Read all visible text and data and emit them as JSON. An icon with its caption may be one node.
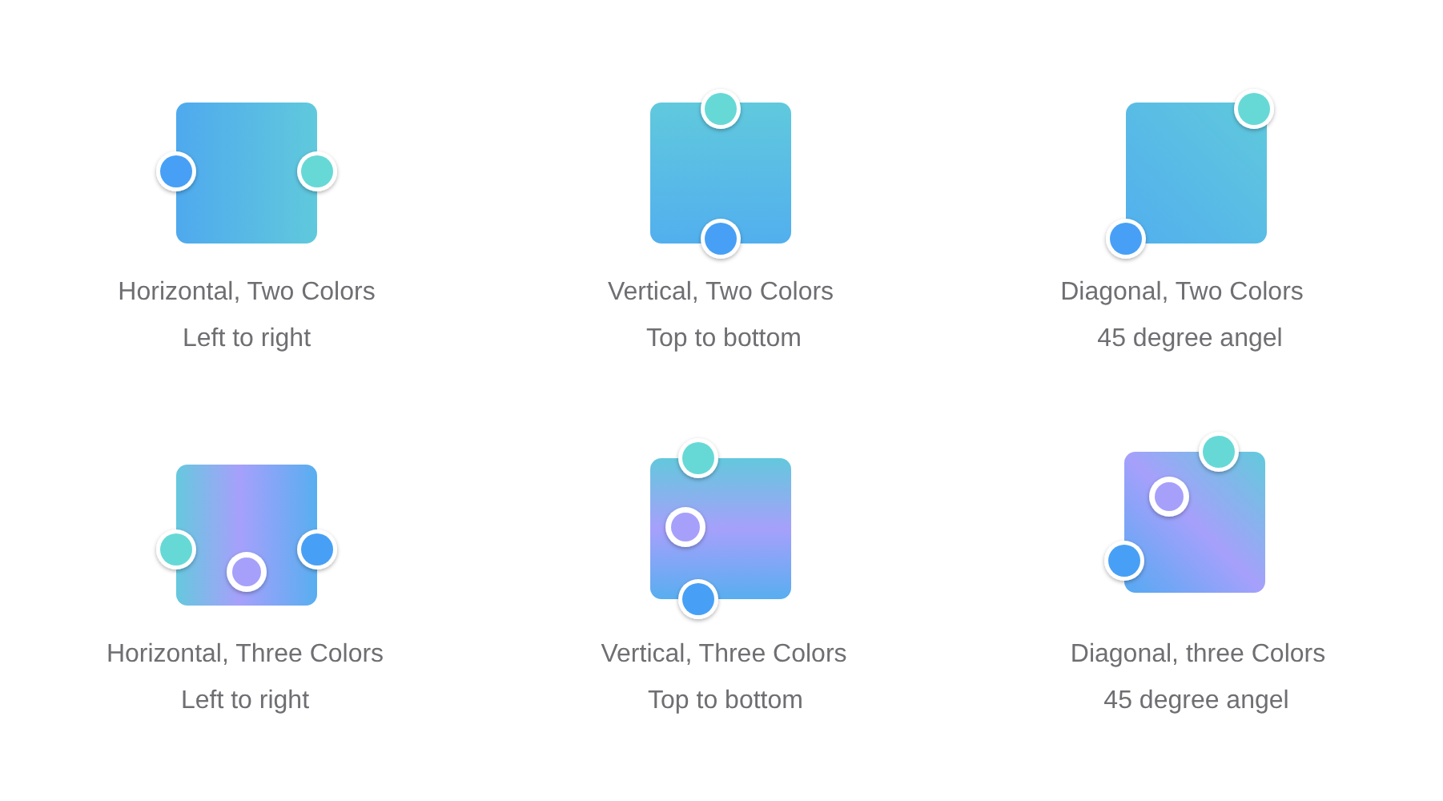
{
  "diagram": {
    "labels": [
      "Horizontal, Two Colors",
      "Left to right",
      "Vertical, Two Colors",
      "Top to bottom",
      "Diagonal, Two Colors",
      "45 degree angel",
      "Horizontal, Three Colors",
      "Left to right",
      "Vertical, Three Colors",
      "Top to bottom",
      "Diagonal, three Colors",
      "45 degree angel"
    ]
  }
}
